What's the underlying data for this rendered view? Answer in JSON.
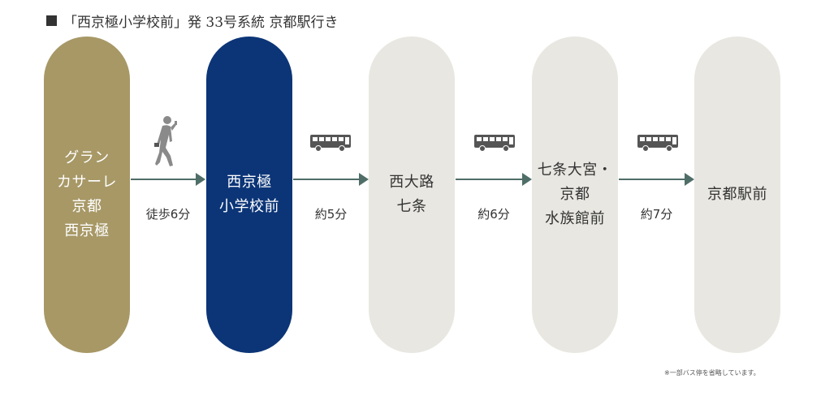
{
  "header": {
    "title": "「西京極小学校前」発 33号系統 京都駅行き"
  },
  "stops": [
    {
      "name": "グラン\nカサーレ\n京都\n西京極",
      "color": "#a79866"
    },
    {
      "name": "西京極\n小学校前",
      "color": "#0c3577"
    },
    {
      "name": "西大路\n七条",
      "color": "#e8e7e1"
    },
    {
      "name": "七条大宮・\n京都\n水族館前",
      "color": "#e8e7e1"
    },
    {
      "name": "京都駅前",
      "color": "#e8e7e1"
    }
  ],
  "segments": [
    {
      "mode": "walk",
      "icon": "walking-person-icon",
      "duration": "徒歩6分"
    },
    {
      "mode": "bus",
      "icon": "bus-icon",
      "duration": "約5分"
    },
    {
      "mode": "bus",
      "icon": "bus-icon",
      "duration": "約6分"
    },
    {
      "mode": "bus",
      "icon": "bus-icon",
      "duration": "約7分"
    }
  ],
  "colors": {
    "arrow": "#4f6e68",
    "text": "#333333"
  },
  "footnote": "※一部バス停を省略しています。"
}
